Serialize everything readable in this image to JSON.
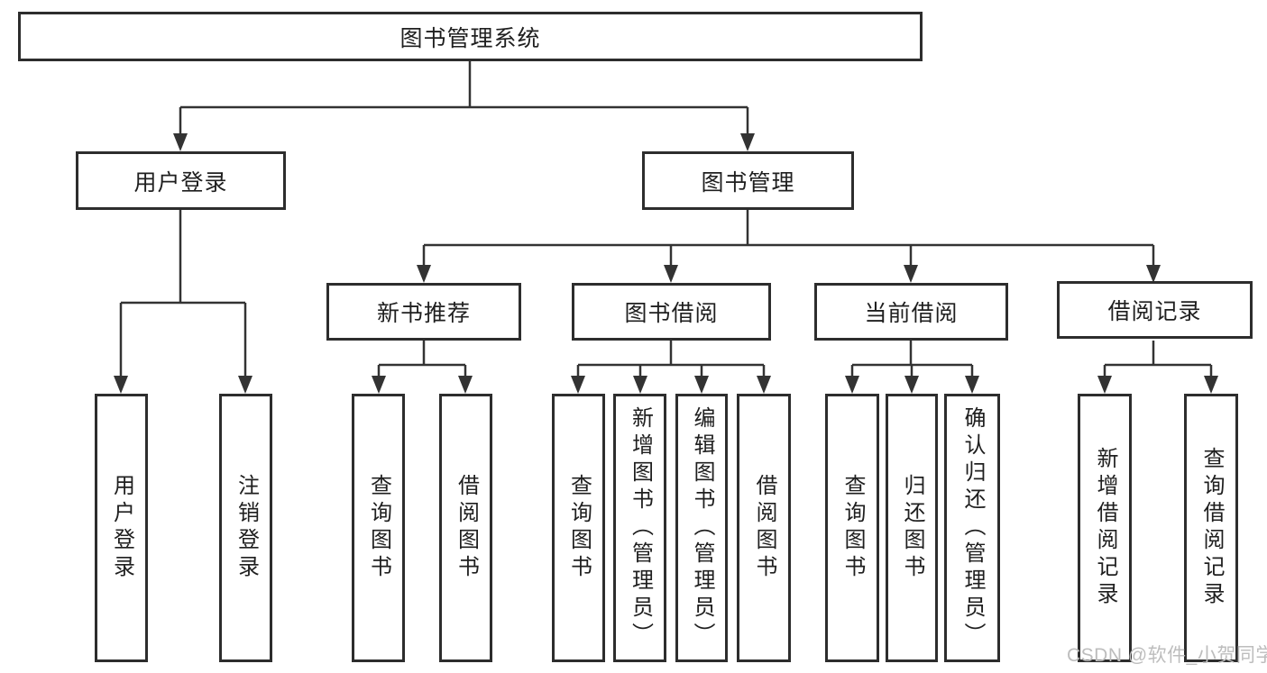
{
  "diagram_title": "图书管理系统",
  "nodes": {
    "root": "图书管理系统",
    "user_login": "用户登录",
    "book_mgmt": "图书管理",
    "user_login_children": [
      "用户登录",
      "注销登录"
    ],
    "book_mgmt_children": [
      "新书推荐",
      "图书借阅",
      "当前借阅",
      "借阅记录"
    ],
    "new_book_rec_children": [
      "查询图书",
      "借阅图书"
    ],
    "book_borrow_children": [
      "查询图书",
      "新增图书（管理员）",
      "编辑图书（管理员）",
      "借阅图书"
    ],
    "current_borrow_children": [
      "查询图书",
      "归还图书",
      "确认归还（管理员）"
    ],
    "borrow_record_children": [
      "新增借阅记录",
      "查询借阅记录"
    ]
  },
  "watermark": "CSDN @软件_小贺同学",
  "colors": {
    "line": "#333333",
    "box_border": "#2d2d2d",
    "text": "#1f1f1f",
    "watermark": "#bdbdbd",
    "background": "#ffffff"
  }
}
